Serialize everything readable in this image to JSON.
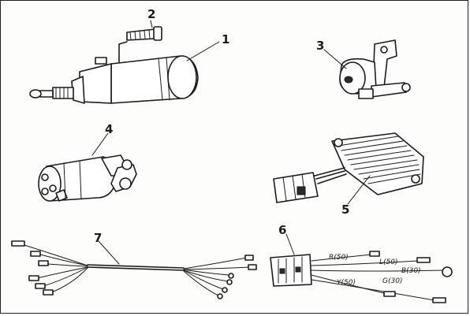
{
  "callouts": {
    "starter_motor": "1",
    "bolt": "2",
    "starter_relay": "3",
    "key_switch": "4",
    "voltage_regulator": "5",
    "wiring_harness_b": "6",
    "wiring_harness_a": "7"
  },
  "wire_labels": [
    "R(50)",
    "L(50)",
    "B(30)",
    "Y(50)",
    "G(30)"
  ],
  "colors": {
    "ink": "#1b1b1b",
    "paper": "#fdfdfb"
  }
}
